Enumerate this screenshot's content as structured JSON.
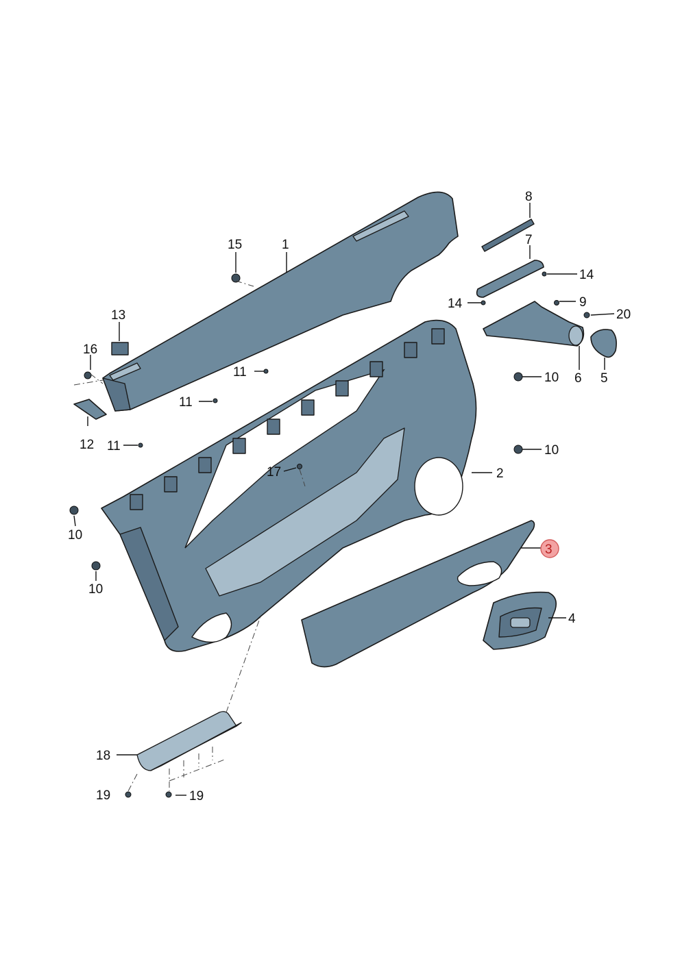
{
  "callouts": {
    "c1": "1",
    "c2": "2",
    "c3": "3",
    "c4": "4",
    "c5": "5",
    "c6": "6",
    "c7": "7",
    "c8": "8",
    "c9": "9",
    "c10": "10",
    "c11": "11",
    "c12": "12",
    "c13": "13",
    "c14": "14",
    "c15": "15",
    "c16": "16",
    "c17": "17",
    "c18": "18",
    "c19": "19",
    "c20": "20"
  },
  "highlighted_part": "3",
  "colors": {
    "part_fill": "#6e8a9d",
    "part_dark": "#5a7488",
    "part_light": "#a7bcca",
    "highlight_fill": "#f3a3a3",
    "highlight_stroke": "#d45a5a"
  }
}
